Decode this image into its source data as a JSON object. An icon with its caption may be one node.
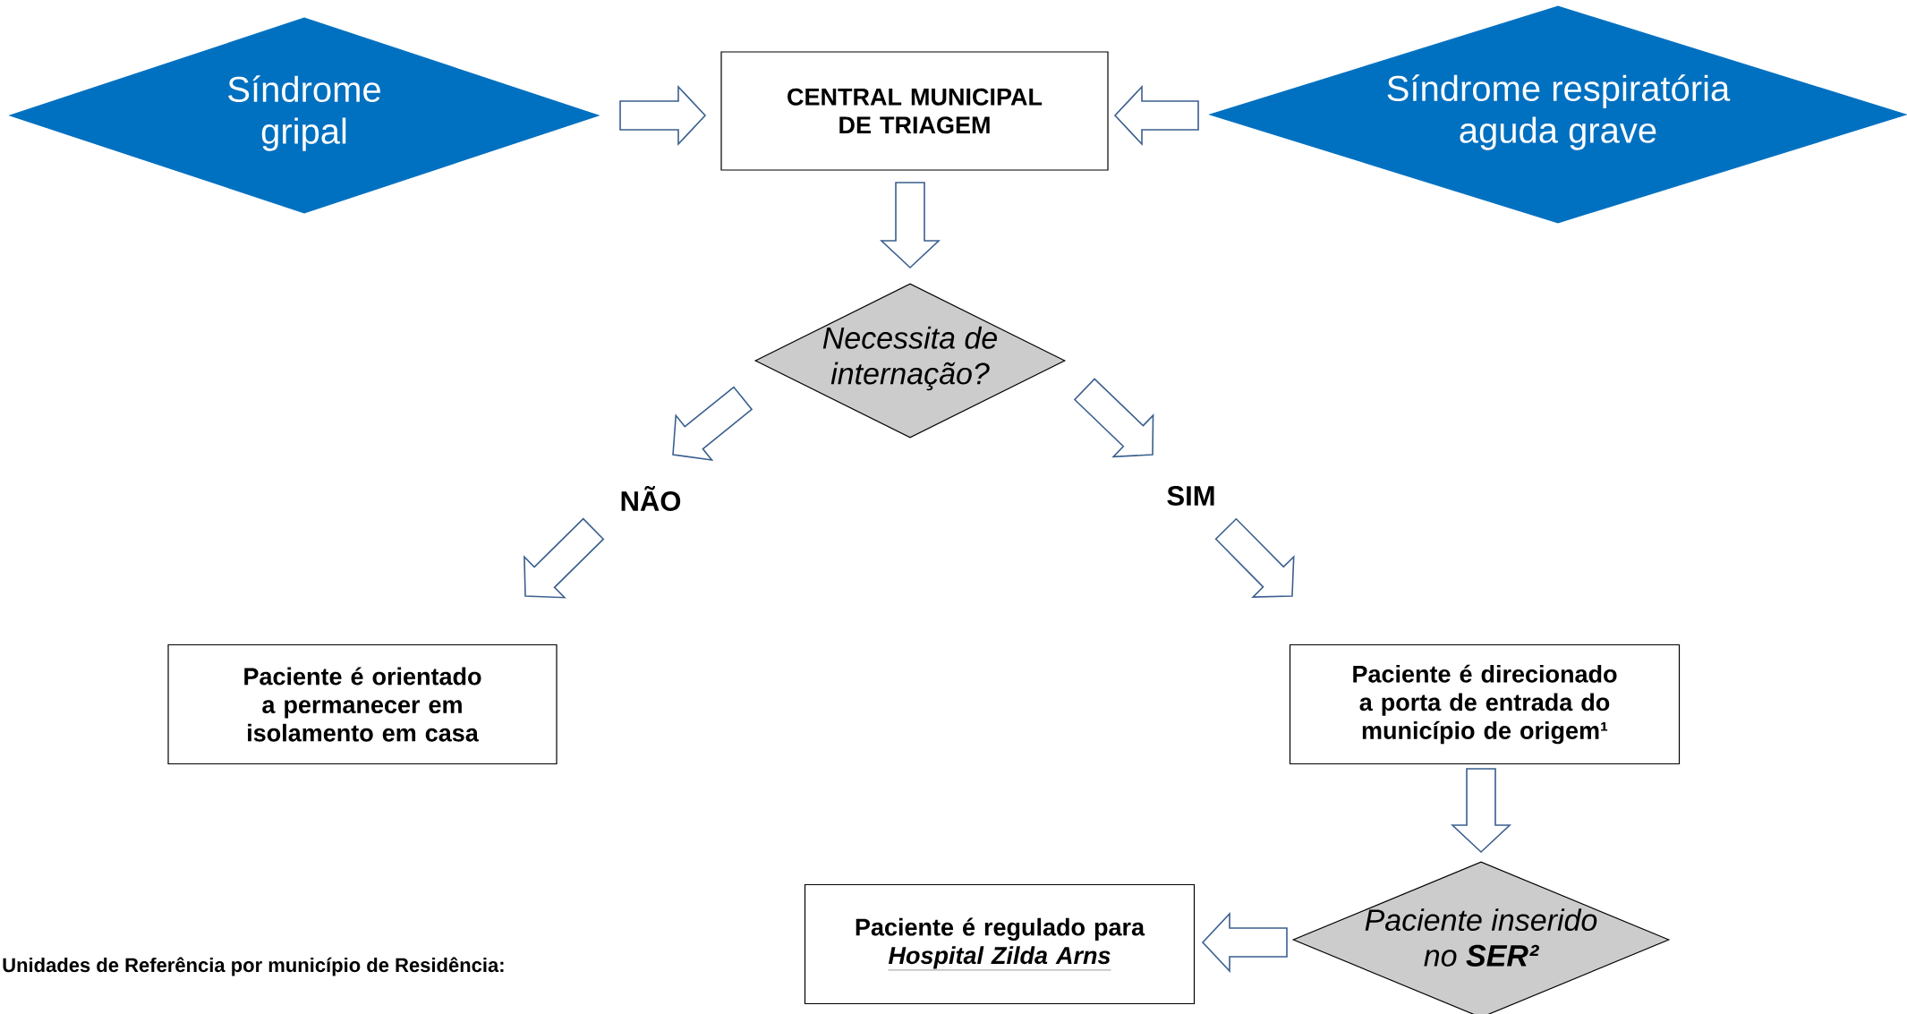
{
  "diagram": {
    "nodes": [
      {
        "text": [
          "Síndrome gripal"
        ]
      },
      {
        "text": [
          "CENTRAL MUNICIPAL DE TRIAGEM"
        ]
      },
      {
        "text": [
          "Síndrome respiratória aguda grave"
        ]
      },
      {
        "text": [
          "Necessita de internação?"
        ]
      },
      {
        "text": [
          "NÃO"
        ]
      },
      {
        "text": [
          "SIM"
        ]
      },
      {
        "text": [
          "Paciente é orientado a permanecer em isolamento em casa"
        ]
      },
      {
        "text": [
          "Paciente é direcionado a porta de entrada do município de origem¹"
        ]
      },
      {
        "text": [
          "Paciente é regulado para",
          "Hospital Zilda Arns"
        ]
      },
      {
        "text": [
          "Paciente inserido no **SER²**"
        ]
      }
    ],
    "edges": [
      {
        "from": 0,
        "to": 1,
        "arrow": "to"
      },
      {
        "from": 2,
        "to": 1,
        "arrow": "to"
      },
      {
        "from": 1,
        "to": 3,
        "arrow": "to"
      },
      {
        "from": 3,
        "to": 4,
        "arrow": "to"
      },
      {
        "from": 4,
        "to": 6,
        "arrow": "to"
      },
      {
        "from": 3,
        "to": 5,
        "arrow": "to"
      },
      {
        "from": 5,
        "to": 7,
        "arrow": "to"
      },
      {
        "from": 7,
        "to": 9,
        "arrow": "to"
      },
      {
        "from": 9,
        "to": 8,
        "arrow": "to"
      }
    ],
    "labels": [
      "Unidades de Referência por município de Residência:"
    ]
  }
}
